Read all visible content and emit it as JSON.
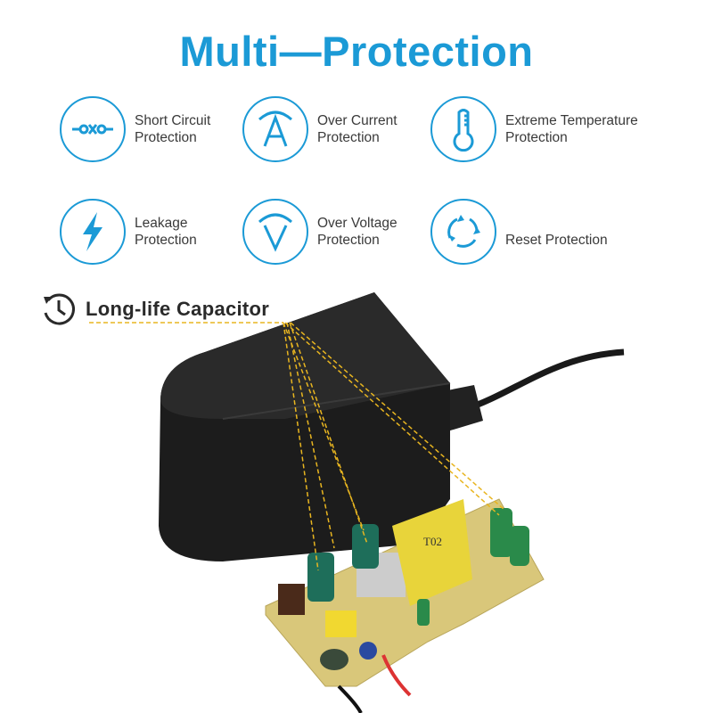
{
  "title": "Multi—Protection",
  "features": [
    {
      "icon": "short-circuit-icon",
      "line1": "Short Circuit",
      "line2": "Protection"
    },
    {
      "icon": "over-current-icon",
      "line1": "Over Current",
      "line2": "Protection"
    },
    {
      "icon": "thermometer-icon",
      "line1": "Extreme Temperature",
      "line2": "Protection"
    },
    {
      "icon": "lightning-icon",
      "line1": "Leakage",
      "line2": "Protection"
    },
    {
      "icon": "over-voltage-icon",
      "line1": "Over Voltage",
      "line2": "Protection"
    },
    {
      "icon": "reset-icon",
      "line1": "Reset Protection",
      "line2": ""
    }
  ],
  "capacitor": {
    "icon": "clock-icon",
    "label": "Long-life Capacitor"
  },
  "transformer_label": "T02",
  "colors": {
    "accent": "#1b9ad6",
    "adapter": "#1c1c1c",
    "pcb": "#d9c77a",
    "callout": "#e8b520"
  }
}
